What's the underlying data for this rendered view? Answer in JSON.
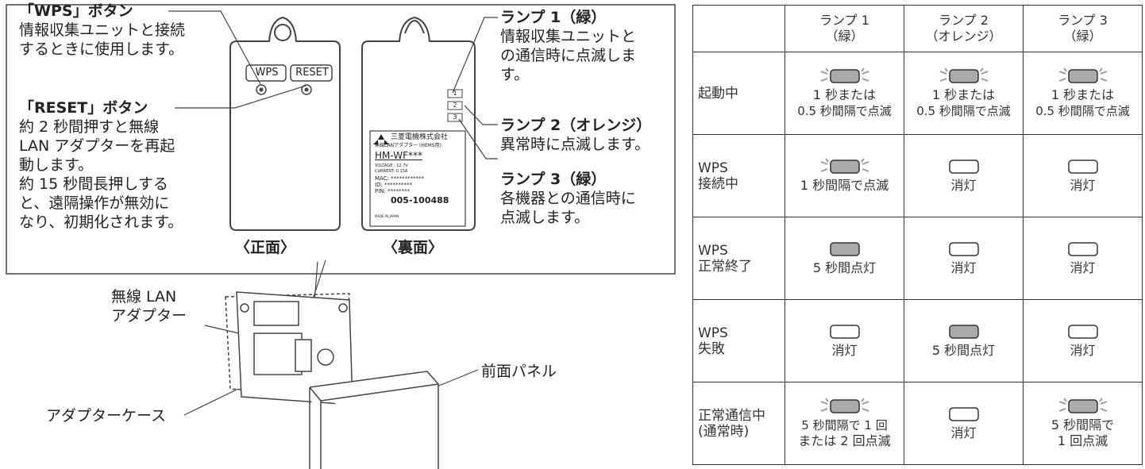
{
  "wps": {
    "title": "「WPS」ボタン",
    "desc": [
      "情報収集ユニットと接続",
      "するときに使用します。"
    ]
  },
  "reset": {
    "title": "「RESET」ボタン",
    "desc": [
      "約 2 秒間押すと無線",
      "LAN アダプターを再起",
      "動します。",
      "約 15 秒間長押しする",
      "と、遠隔操作が無効に",
      "なり、初期化されます。"
    ]
  },
  "front": {
    "wps_btn": "WPS",
    "reset_btn": "RESET",
    "caption": "〈正面〉"
  },
  "back": {
    "caption": "〈裏面〉",
    "lamp_nums": [
      "1",
      "2",
      "3"
    ],
    "label": {
      "maker": "三菱電機株式会社",
      "product": "無線LANアダプター (HEMS用)",
      "model": "HM-WF***",
      "voltage": "VOLTAGE : 12.7V",
      "current": "CURRENT: 0.15A",
      "mac": "MAC: ************",
      "id": "ID:   **********",
      "pin": "PIN:  ********",
      "cert": "005-100488",
      "made": "MADE IN JAPAN"
    }
  },
  "lamp1": {
    "title": "ランプ 1（緑）",
    "desc": [
      "情報収集ユニットと",
      "の通信時に点滅しま",
      "す。"
    ]
  },
  "lamp2": {
    "title": "ランプ 2（オレンジ）",
    "desc": [
      "異常時に点滅します。"
    ]
  },
  "lamp3": {
    "title": "ランプ 3（緑）",
    "desc": [
      "各機器との通信時に",
      "点滅します。"
    ]
  },
  "install": {
    "adapter": [
      "無線 LAN",
      "アダプター"
    ],
    "panel": "前面パネル",
    "case": "アダプターケース"
  },
  "table": {
    "headers": [
      [
        "ランプ 1",
        "（緑）"
      ],
      [
        "ランプ 2",
        "（オレンジ）"
      ],
      [
        "ランプ 3",
        "（緑）"
      ]
    ],
    "rows": [
      {
        "label": [
          "起動中"
        ],
        "cells": [
          {
            "lamp": "blink",
            "text": [
              "1 秒または",
              "0.5 秒間隔で点滅"
            ]
          },
          {
            "lamp": "blink",
            "text": [
              "1 秒または",
              "0.5 秒間隔で点滅"
            ]
          },
          {
            "lamp": "blink",
            "text": [
              "1 秒または",
              "0.5 秒間隔で点滅"
            ]
          }
        ]
      },
      {
        "label": [
          "WPS",
          "接続中"
        ],
        "cells": [
          {
            "lamp": "blink",
            "text": [
              "1 秒間隔で点滅"
            ]
          },
          {
            "lamp": "off",
            "text": [
              "消灯"
            ]
          },
          {
            "lamp": "off",
            "text": [
              "消灯"
            ]
          }
        ]
      },
      {
        "label": [
          "WPS",
          "正常終了"
        ],
        "cells": [
          {
            "lamp": "on",
            "text": [
              "5 秒間点灯"
            ]
          },
          {
            "lamp": "off",
            "text": [
              "消灯"
            ]
          },
          {
            "lamp": "off",
            "text": [
              "消灯"
            ]
          }
        ]
      },
      {
        "label": [
          "WPS",
          "失敗"
        ],
        "cells": [
          {
            "lamp": "off",
            "text": [
              "消灯"
            ]
          },
          {
            "lamp": "on",
            "text": [
              "5 秒間点灯"
            ]
          },
          {
            "lamp": "off",
            "text": [
              "消灯"
            ]
          }
        ]
      },
      {
        "label": [
          "正常通信中",
          "(通常時)"
        ],
        "cells": [
          {
            "lamp": "blink",
            "text": [
              "5 秒間隔で 1 回",
              "または 2 回点滅"
            ]
          },
          {
            "lamp": "off",
            "text": [
              "消灯"
            ]
          },
          {
            "lamp": "blink",
            "text": [
              "5 秒間隔で",
              "1 回点滅"
            ]
          }
        ]
      }
    ]
  }
}
